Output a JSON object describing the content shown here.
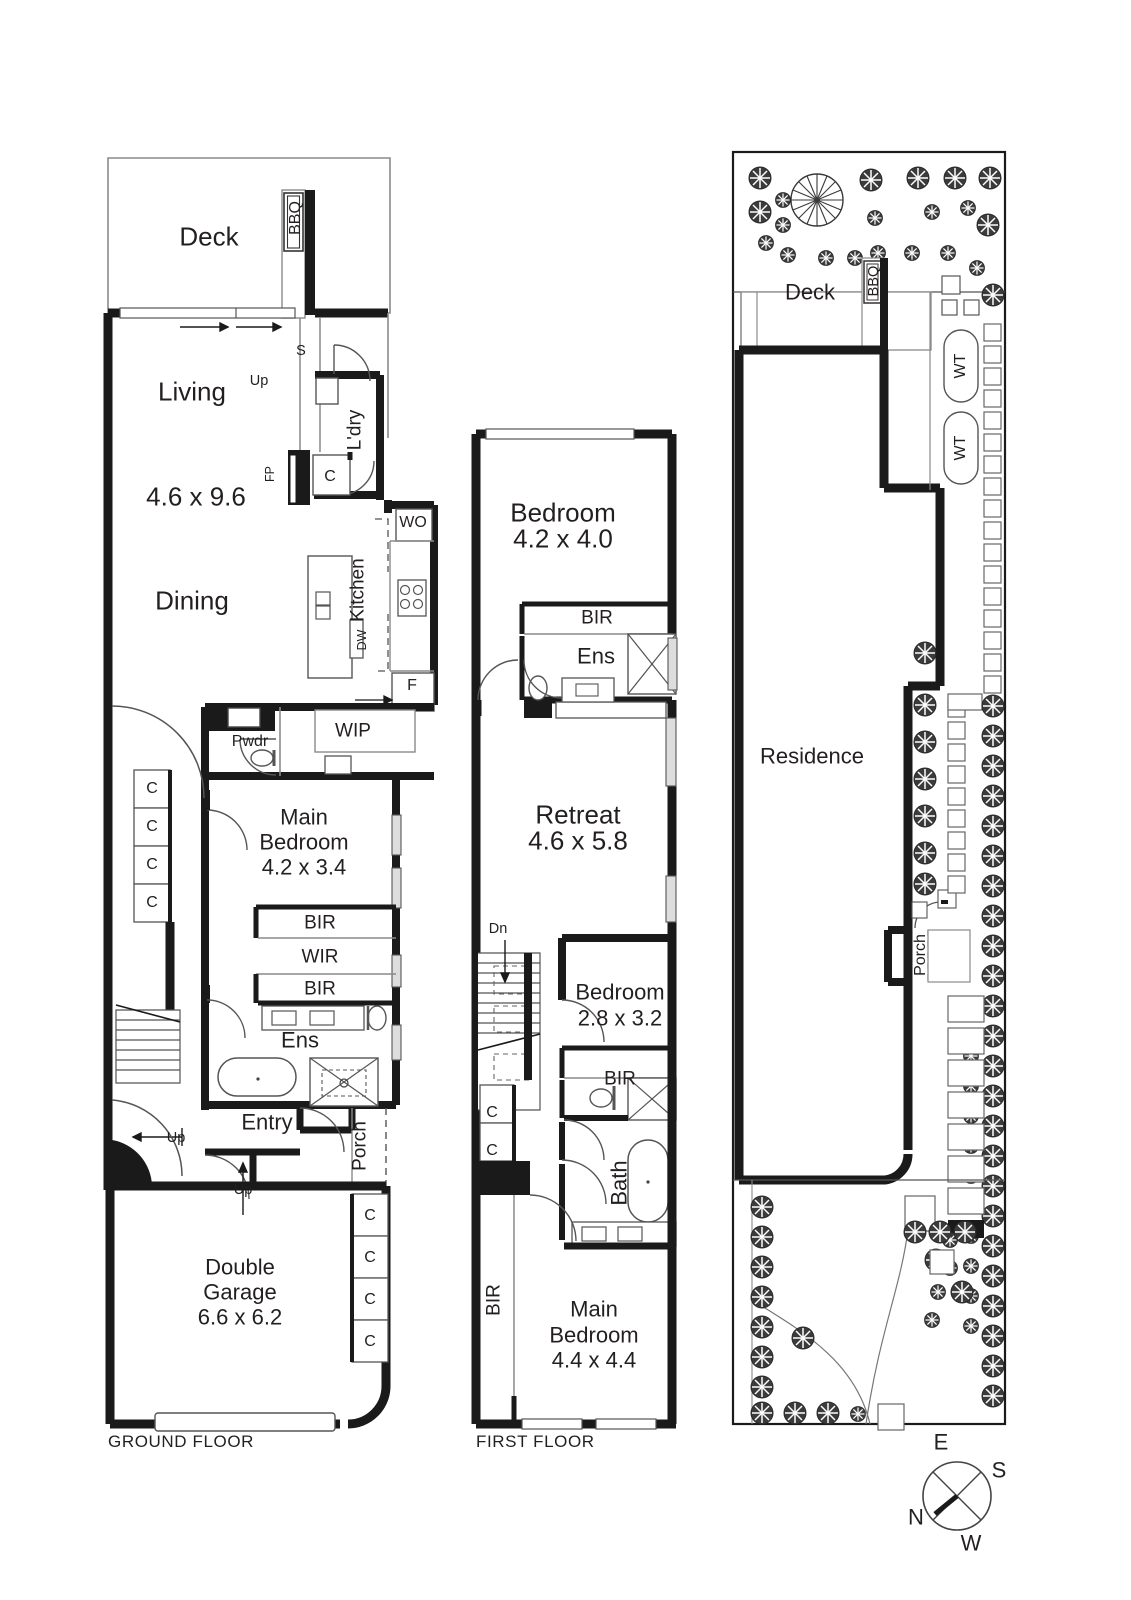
{
  "document": {
    "type": "real-estate-floorplan",
    "colors": {
      "wall": "#1a1a1a",
      "thin": "#6e6e6e",
      "text": "#231f20",
      "paper": "#ffffff"
    }
  },
  "plans": [
    {
      "id": "ground",
      "caption": "GROUND FLOOR"
    },
    {
      "id": "first",
      "caption": "FIRST FLOOR"
    },
    {
      "id": "site",
      "caption": ""
    }
  ],
  "ground_floor": {
    "caption": "GROUND FLOOR",
    "rooms": [
      {
        "name": "Deck",
        "label": "Deck",
        "dims": ""
      },
      {
        "name": "Living",
        "label": "Living",
        "dims": "4.6 x 9.6"
      },
      {
        "name": "Dining",
        "label": "Dining",
        "dims": ""
      },
      {
        "name": "Kitchen",
        "label": "Kitchen",
        "dims": ""
      },
      {
        "name": "Laundry",
        "label": "L'dry",
        "dims": ""
      },
      {
        "name": "Powder",
        "label": "Pwdr",
        "dims": ""
      },
      {
        "name": "WalkInPantry",
        "label": "WIP",
        "dims": ""
      },
      {
        "name": "MainBedroom",
        "label": "Main Bedroom",
        "dims": "4.2 x 3.4"
      },
      {
        "name": "Ensuite",
        "label": "Ens",
        "dims": ""
      },
      {
        "name": "Entry",
        "label": "Entry",
        "dims": ""
      },
      {
        "name": "Porch",
        "label": "Porch",
        "dims": ""
      },
      {
        "name": "DoubleGarage",
        "label": "Double Garage",
        "dims": "6.6 x 6.2"
      }
    ],
    "annotations": [
      {
        "text": "BBQ",
        "kind": "appliance"
      },
      {
        "text": "S",
        "kind": "sink"
      },
      {
        "text": "Up",
        "kind": "stair-direction"
      },
      {
        "text": "FP",
        "kind": "fireplace"
      },
      {
        "text": "C",
        "kind": "cupboard"
      },
      {
        "text": "WO",
        "kind": "wall-oven"
      },
      {
        "text": "DW",
        "kind": "dishwasher"
      },
      {
        "text": "F",
        "kind": "fridge"
      },
      {
        "text": "BIR",
        "kind": "built-in-robe"
      },
      {
        "text": "WIR",
        "kind": "walk-in-robe"
      }
    ]
  },
  "first_floor": {
    "caption": "FIRST FLOOR",
    "rooms": [
      {
        "name": "Bedroom2",
        "label": "Bedroom",
        "dims": "4.2 x 4.0"
      },
      {
        "name": "Ensuite",
        "label": "Ens",
        "dims": ""
      },
      {
        "name": "Retreat",
        "label": "Retreat",
        "dims": "4.6 x 5.8"
      },
      {
        "name": "Bedroom3",
        "label": "Bedroom",
        "dims": "2.8 x 3.2"
      },
      {
        "name": "Bath",
        "label": "Bath",
        "dims": ""
      },
      {
        "name": "MainBedroom",
        "label": "Main Bedroom",
        "dims": "4.4 x 4.4"
      }
    ],
    "annotations": [
      {
        "text": "BIR",
        "kind": "built-in-robe"
      },
      {
        "text": "Dn",
        "kind": "stair-direction"
      },
      {
        "text": "C",
        "kind": "cupboard"
      }
    ]
  },
  "site_plan": {
    "labels": [
      {
        "text": "Deck",
        "kind": "area"
      },
      {
        "text": "Residence",
        "kind": "building"
      },
      {
        "text": "Porch",
        "kind": "area"
      },
      {
        "text": "BBQ",
        "kind": "appliance"
      },
      {
        "text": "WT",
        "kind": "water-tank"
      },
      {
        "text": "WT",
        "kind": "water-tank"
      }
    ]
  },
  "compass": {
    "north": "N",
    "east": "E",
    "south": "S",
    "west": "W"
  },
  "text": {
    "deck": "Deck",
    "living": "Living",
    "living_dims": "4.6 x 9.6",
    "dining": "Dining",
    "kitchen": "Kitchen",
    "ldry": "L'dry",
    "pwdr": "Pwdr",
    "wip": "WIP",
    "main_bedroom": "Main",
    "bedroom_word": "Bedroom",
    "gf_main_dims": "4.2 x 3.4",
    "bir": "BIR",
    "wir": "WIR",
    "ens": "Ens",
    "entry": "Entry",
    "porch": "Porch",
    "double": "Double",
    "garage": "Garage",
    "garage_dims": "6.6 x 6.2",
    "bbq": "BBQ",
    "s": "S",
    "up": "Up",
    "dn": "Dn",
    "fp": "FP",
    "c": "C",
    "wo": "WO",
    "dw": "DW",
    "f": "F",
    "ground_caption": "GROUND FLOOR",
    "first_caption": "FIRST FLOOR",
    "ff_bed2_dims": "4.2 x 4.0",
    "retreat": "Retreat",
    "retreat_dims": "4.6 x 5.8",
    "ff_bed3_dims": "2.8 x 3.2",
    "bath": "Bath",
    "ff_main_dims": "4.4 x 4.4",
    "residence": "Residence",
    "wt": "WT",
    "n": "N",
    "e": "E",
    "s_dir": "S",
    "w": "W"
  }
}
